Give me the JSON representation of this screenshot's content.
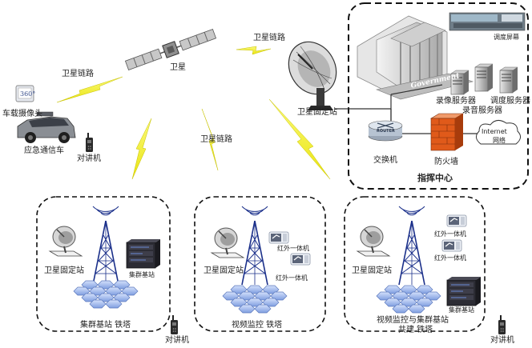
{
  "labels": {
    "satellite": "卫星",
    "sat_link_top": "卫星链路",
    "sat_link_left": "卫星链路",
    "sat_link_mid": "卫星链路",
    "sat_fixed_station_main": "卫星固定站",
    "vehicle_camera": "车载摄像头",
    "camera_screen": "360°",
    "emergency_vehicle": "应急通信车",
    "walkie_talkie_top": "对讲机",
    "dispatch_screen": "调度屏幕",
    "government": "Government",
    "video_server": "录像服务器",
    "audio_server": "录音服务器",
    "dispatch_server": "调度服务器",
    "switch": "交换机",
    "router_text": "ROUTER",
    "firewall": "防火墙",
    "internet_text": "Internet",
    "network": "网络",
    "command_center": "指挥中心",
    "site1_station": "卫星固定站",
    "site1_base": "集群基站",
    "site1_caption": "集群基站 铁塔",
    "site2_station": "卫星固定站",
    "site2_ir1": "红外一体机",
    "site2_ir2": "红外一体机",
    "site2_caption": "视频监控 铁塔",
    "site3_station": "卫星固定站",
    "site3_ir1": "红外一体机",
    "site3_ir2": "红外一体机",
    "site3_base": "集群基站",
    "site3_caption1": "视频监控与集群基站",
    "site3_caption2": "共建 铁塔",
    "walkie_talkie_bottom1": "对讲机",
    "walkie_talkie_bottom2": "对讲机"
  },
  "colors": {
    "link_bolt": "#f2ef1c",
    "firewall": "#e05a1a",
    "border": "#222222",
    "hex_tile": "#9fb8ea"
  }
}
